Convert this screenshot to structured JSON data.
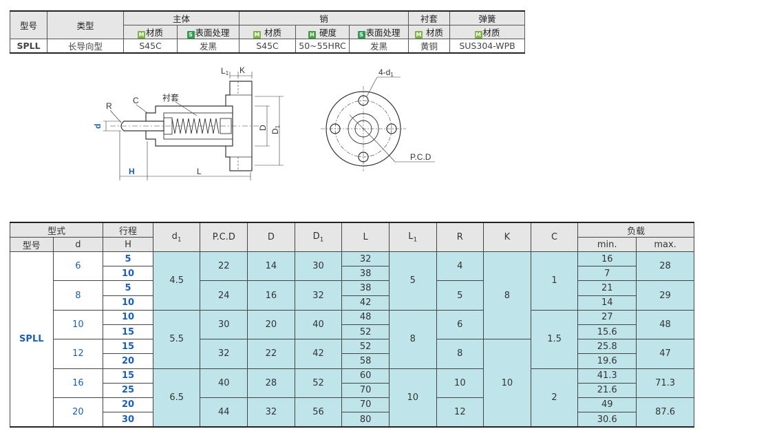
{
  "material_table": {
    "h_model": "型号",
    "h_type": "类型",
    "h_body": "主体",
    "h_pin": "销",
    "h_bushing": "衬套",
    "h_spring": "弹簧",
    "tag_m": "M",
    "tag_s": "S",
    "tag_h": "H",
    "h_material": "材质",
    "h_surface": "表面处理",
    "h_hardness": "硬度",
    "row": {
      "model": "SPLL",
      "type": "长导向型",
      "body_material": "S45C",
      "body_surface": "发黑",
      "pin_material": "S45C",
      "pin_hardness": "50~55HRC",
      "pin_surface": "发黑",
      "bushing_material": "黄铜",
      "spring_material": "SUS304-WPB"
    }
  },
  "diagram": {
    "label_R": "R",
    "label_C": "C",
    "label_bushing": "衬套",
    "label_d": "d",
    "label_H": "H",
    "label_L": "L",
    "label_L1": "L",
    "label_L1_sub": "1",
    "label_K": "K",
    "label_D": "D",
    "label_D1": "D",
    "label_D1_sub": "1",
    "label_holes": "4-d",
    "label_holes_sub": "1",
    "label_pcd": "P.C.D"
  },
  "spec_table": {
    "h_form": "型式",
    "h_stroke": "行程",
    "h_model": "型号",
    "h_d": "d",
    "h_H": "H",
    "h_d1": "d",
    "h_d1_sub": "1",
    "h_pcd": "P.C.D",
    "h_D": "D",
    "h_D1": "D",
    "h_D1_sub": "1",
    "h_L": "L",
    "h_L1": "L",
    "h_L1_sub": "1",
    "h_R": "R",
    "h_K": "K",
    "h_C": "C",
    "h_load": "负载",
    "h_min": "min.",
    "h_max": "max.",
    "model": "SPLL",
    "rows": [
      {
        "d": "6",
        "H": "5",
        "d1": "4.5",
        "pcd": "22",
        "D": "14",
        "D1": "30",
        "L": "32",
        "L1": "5",
        "R": "4",
        "K": "8",
        "C": "1",
        "min": "16",
        "max": "28"
      },
      {
        "H": "10",
        "L": "38",
        "min": "7"
      },
      {
        "d": "8",
        "H": "5",
        "pcd": "24",
        "D": "16",
        "D1": "32",
        "L": "38",
        "R": "5",
        "min": "21",
        "max": "29"
      },
      {
        "H": "10",
        "L": "42",
        "min": "14"
      },
      {
        "d": "10",
        "H": "10",
        "d1": "5.5",
        "pcd": "30",
        "D": "20",
        "D1": "40",
        "L": "48",
        "L1": "8",
        "R": "6",
        "C": "1.5",
        "min": "27",
        "max": "48"
      },
      {
        "H": "15",
        "L": "52",
        "min": "15.6"
      },
      {
        "d": "12",
        "H": "15",
        "pcd": "32",
        "D": "22",
        "D1": "42",
        "L": "52",
        "R": "8",
        "min": "25.8",
        "max": "47"
      },
      {
        "H": "20",
        "L": "58",
        "min": "19.6"
      },
      {
        "d": "16",
        "H": "15",
        "d1": "6.5",
        "pcd": "40",
        "D": "28",
        "D1": "52",
        "L": "60",
        "L1": "10",
        "R": "10",
        "K": "10",
        "C": "2",
        "min": "41.3",
        "max": "71.3"
      },
      {
        "H": "25",
        "L": "70",
        "min": "21.6"
      },
      {
        "d": "20",
        "H": "20",
        "pcd": "44",
        "D": "32",
        "D1": "56",
        "L": "70",
        "R": "12",
        "min": "49",
        "max": "87.6"
      },
      {
        "H": "30",
        "L": "80",
        "min": "30.6"
      }
    ]
  }
}
